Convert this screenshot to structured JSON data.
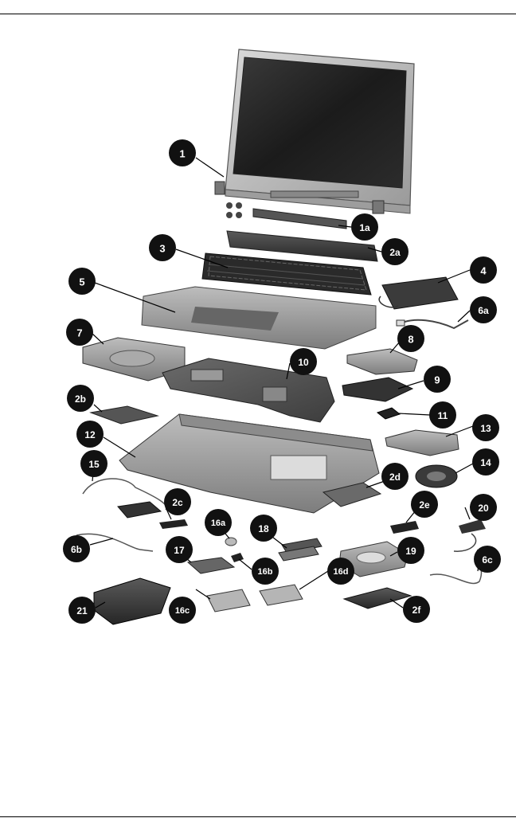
{
  "callouts": [
    {
      "id": "c1",
      "label": "1"
    },
    {
      "id": "c1a",
      "label": "1a"
    },
    {
      "id": "c2a",
      "label": "2a"
    },
    {
      "id": "c2b",
      "label": "2b"
    },
    {
      "id": "c2c",
      "label": "2c"
    },
    {
      "id": "c2d",
      "label": "2d"
    },
    {
      "id": "c2e",
      "label": "2e"
    },
    {
      "id": "c2f",
      "label": "2f"
    },
    {
      "id": "c3",
      "label": "3"
    },
    {
      "id": "c4",
      "label": "4"
    },
    {
      "id": "c5",
      "label": "5"
    },
    {
      "id": "c6a",
      "label": "6a"
    },
    {
      "id": "c6b",
      "label": "6b"
    },
    {
      "id": "c6c",
      "label": "6c"
    },
    {
      "id": "c7",
      "label": "7"
    },
    {
      "id": "c8",
      "label": "8"
    },
    {
      "id": "c9",
      "label": "9"
    },
    {
      "id": "c10",
      "label": "10"
    },
    {
      "id": "c11",
      "label": "11"
    },
    {
      "id": "c12",
      "label": "12"
    },
    {
      "id": "c13",
      "label": "13"
    },
    {
      "id": "c14",
      "label": "14"
    },
    {
      "id": "c15",
      "label": "15"
    },
    {
      "id": "c16a",
      "label": "16a"
    },
    {
      "id": "c16b",
      "label": "16b"
    },
    {
      "id": "c16c",
      "label": "16c"
    },
    {
      "id": "c16d",
      "label": "16d"
    },
    {
      "id": "c17",
      "label": "17"
    },
    {
      "id": "c18",
      "label": "18"
    },
    {
      "id": "c19",
      "label": "19"
    },
    {
      "id": "c20",
      "label": "20"
    },
    {
      "id": "c21",
      "label": "21"
    }
  ],
  "colors": {
    "callout_fill": "#111111",
    "part_dark": "#3a3a3a",
    "part_mid": "#8c8c8c",
    "part_light": "#cfcfcf",
    "screen": "#1e1e1e"
  }
}
